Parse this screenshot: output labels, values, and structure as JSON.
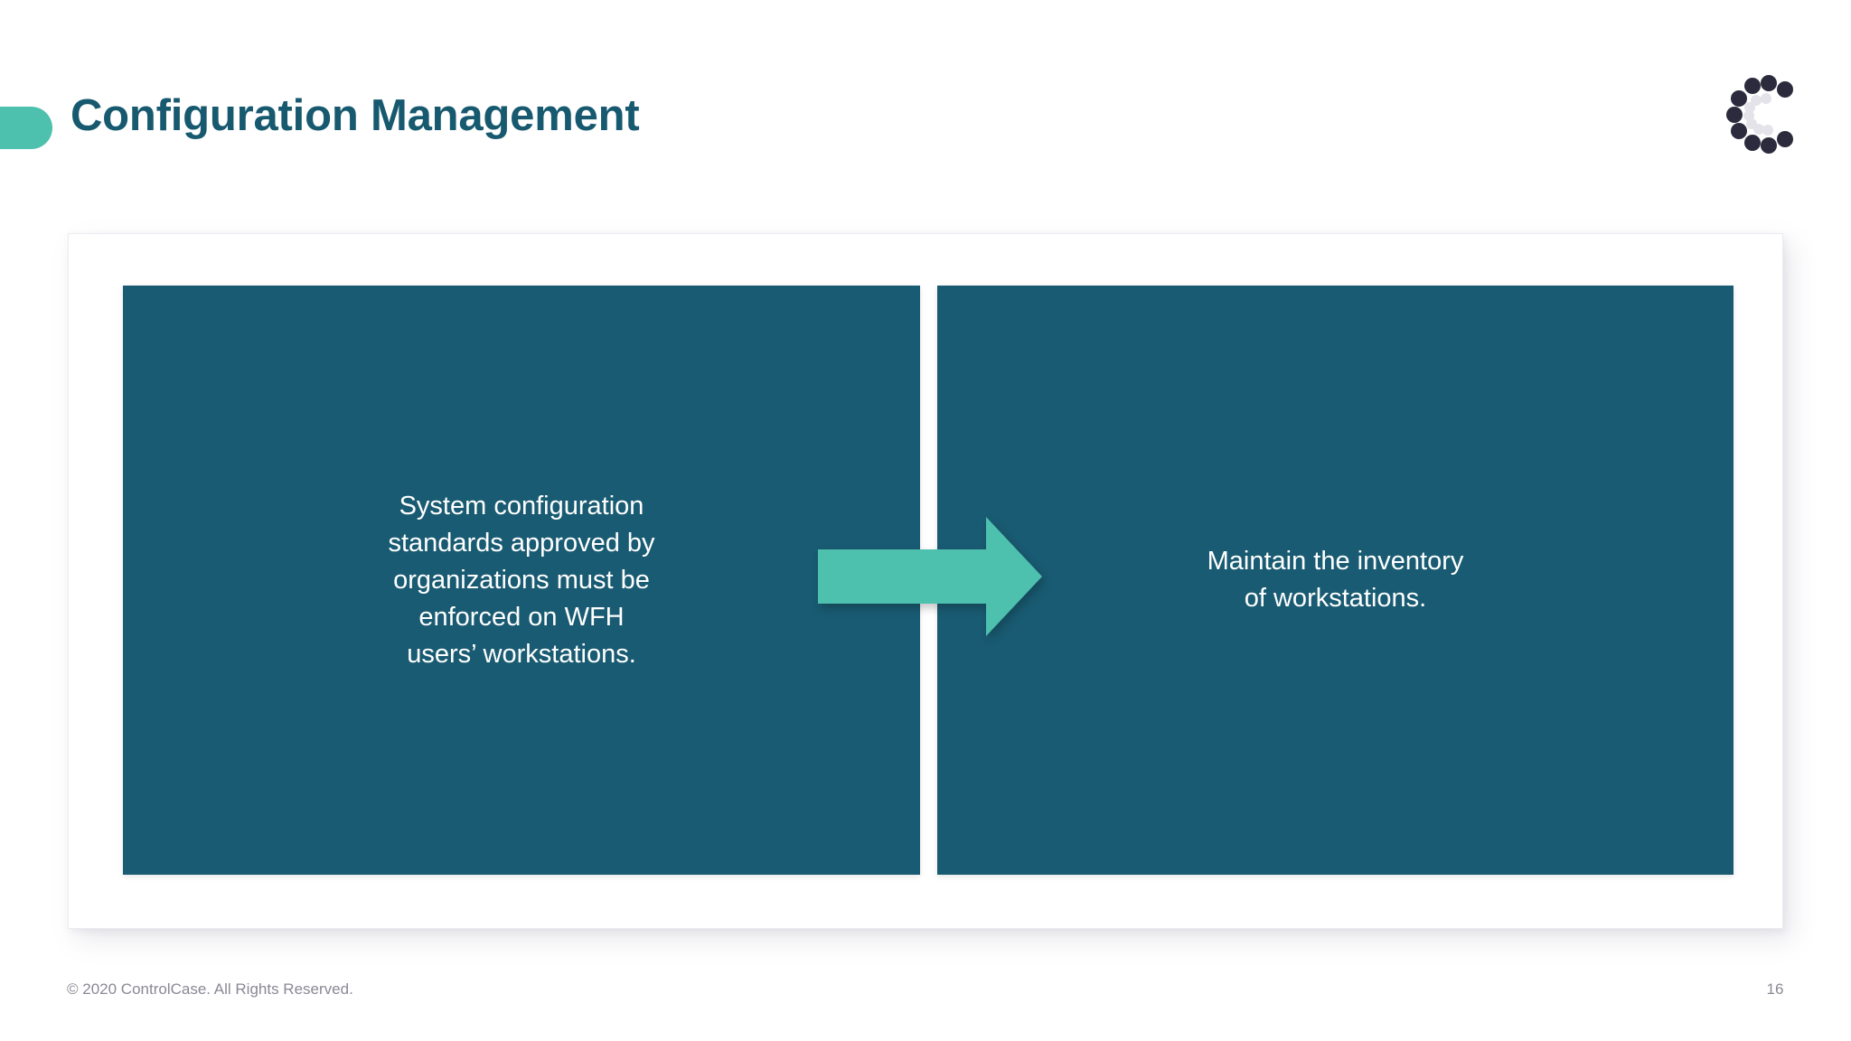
{
  "header": {
    "title": "Configuration Management",
    "accent_pill_color": "#4ec0ae",
    "title_color": "#17596f",
    "logo_name": "controlcase-logo"
  },
  "main": {
    "boxes": [
      {
        "id": "left",
        "text": "System configuration\nstandards approved by\norganizations must be\nenforced on WFH\nusers’ workstations.",
        "background": "#195b72",
        "text_color": "#ffffff"
      },
      {
        "id": "right",
        "text": "Maintain the inventory\nof workstations.",
        "background": "#195b72",
        "text_color": "#ffffff"
      }
    ],
    "arrow": {
      "direction": "right",
      "color": "#4ec0ae",
      "name": "flow-arrow-right"
    }
  },
  "footer": {
    "copyright": "© 2020 ControlCase. All Rights Reserved.",
    "page_number": "16",
    "text_color": "#8b8894"
  },
  "colors": {
    "accent_teal": "#4ec0ae",
    "deep_teal": "#195b72",
    "title_teal": "#17596f",
    "logo_dark": "#2b2b3d",
    "logo_light": "#e4e3ea",
    "background": "#ffffff"
  }
}
